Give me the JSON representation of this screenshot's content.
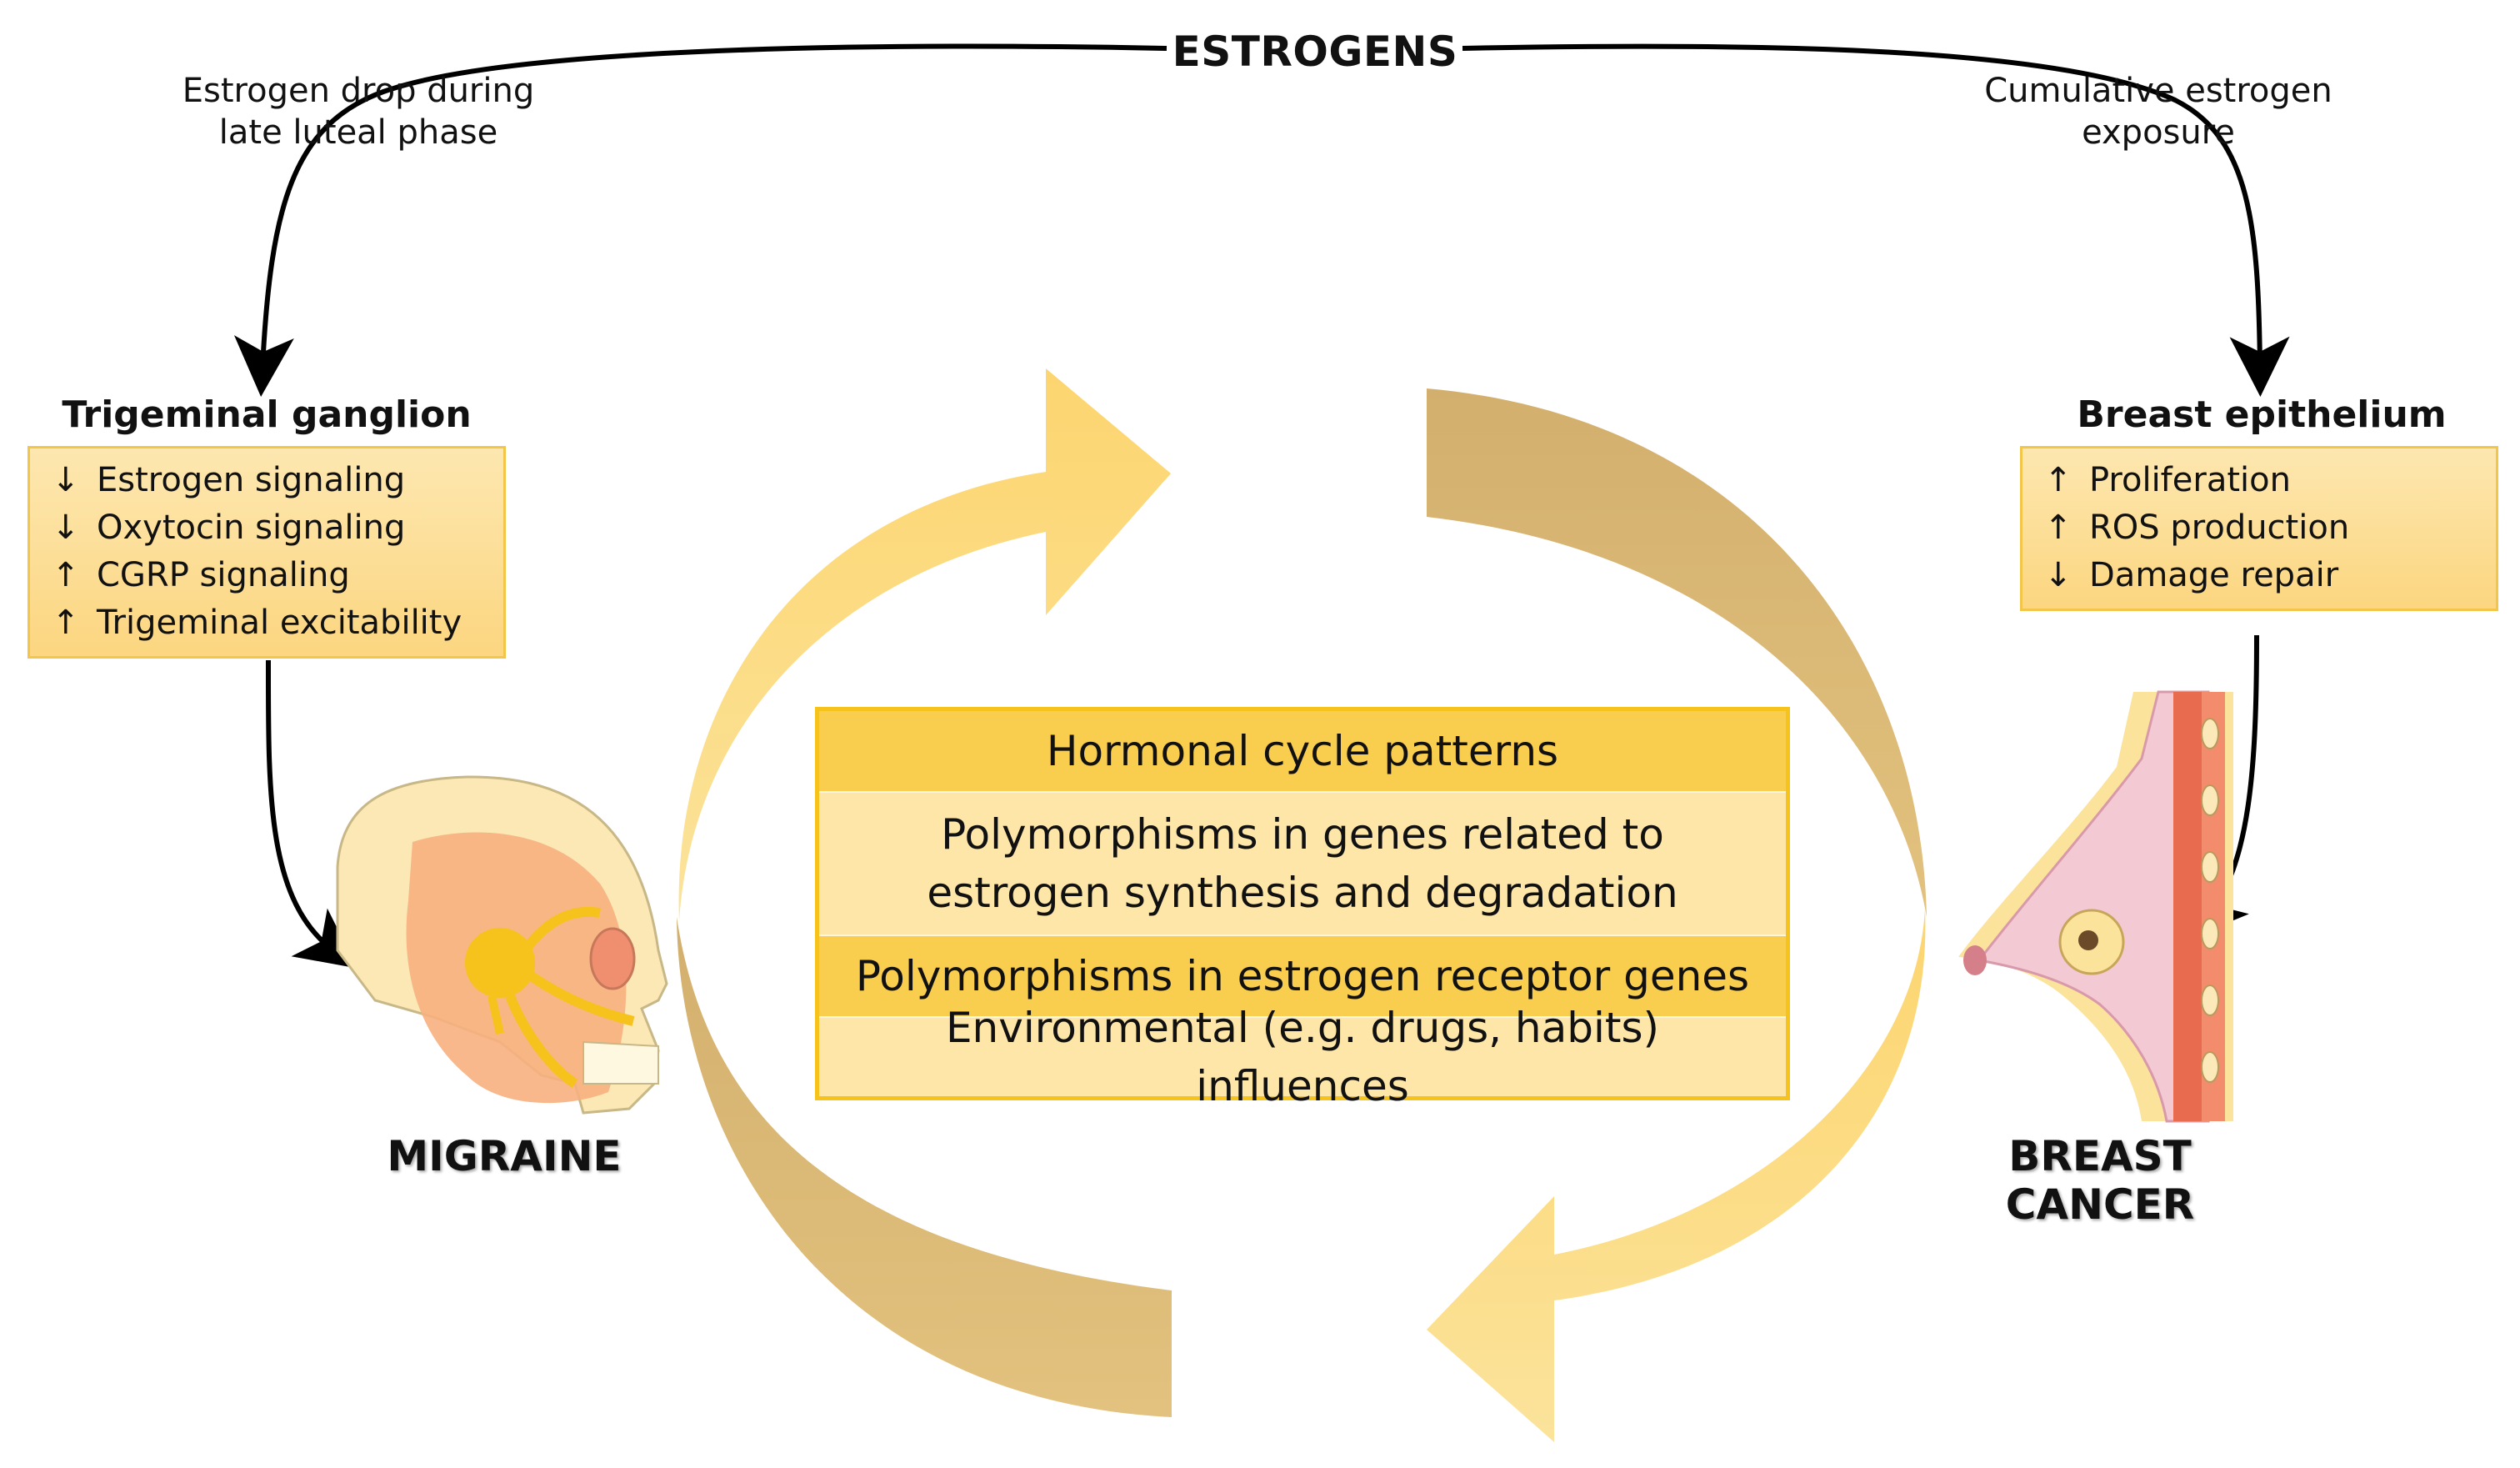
{
  "top": {
    "title": "ESTROGENS",
    "left_note": [
      "Estrogen drop during",
      "late luteal phase"
    ],
    "right_note": [
      "Cumulative estrogen",
      "exposure"
    ]
  },
  "left_panel": {
    "heading": "Trigeminal ganglion",
    "items": [
      {
        "arrow": "↓",
        "text": "Estrogen signaling"
      },
      {
        "arrow": "↓",
        "text": "Oxytocin signaling"
      },
      {
        "arrow": "↑",
        "text": "CGRP signaling"
      },
      {
        "arrow": "↑",
        "text": "Trigeminal excitability"
      }
    ],
    "label": "MIGRAINE"
  },
  "right_panel": {
    "heading": "Breast epithelium",
    "items": [
      {
        "arrow": "↑",
        "text": "Proliferation"
      },
      {
        "arrow": "↑",
        "text": "ROS production"
      },
      {
        "arrow": "↓",
        "text": "Damage repair"
      }
    ],
    "label": "BREAST CANCER"
  },
  "center": {
    "factors": [
      [
        "Hormonal cycle patterns"
      ],
      [
        "Polymorphisms in genes related to",
        "estrogen synthesis and degradation"
      ],
      [
        "Polymorphisms in estrogen receptor genes"
      ],
      [
        "Environmental (e.g. drugs, habits) influences"
      ]
    ]
  },
  "colors": {
    "arrow_light": "#fcd56f",
    "arrow_dark": "#d5b36f",
    "box_border": "#f3c64a",
    "factor_dark": "#f9cd4d",
    "factor_light": "#fde6a8"
  }
}
